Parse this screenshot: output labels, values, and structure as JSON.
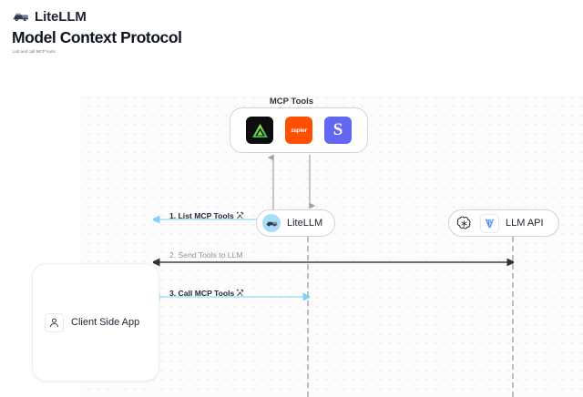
{
  "brand": {
    "name": "LiteLLM",
    "logo_icon": "litellm-truck-icon"
  },
  "header": {
    "title": "Model Context Protocol",
    "subtitle": "List and call MCP tools"
  },
  "diagram": {
    "mcp_group": {
      "label": "MCP Tools",
      "tools": [
        {
          "name": "linear",
          "icon": "linear-triangle-icon",
          "text": "",
          "bg": "#0d0d0f"
        },
        {
          "name": "zapier",
          "icon": "zapier-wordmark-icon",
          "text": "zapier",
          "bg": "#ff4f00"
        },
        {
          "name": "slack",
          "icon": "slack-s-icon",
          "text": "S",
          "bg": "#6366f1"
        }
      ]
    },
    "nodes": [
      {
        "id": "litellm",
        "label": "LiteLLM",
        "icon": "litellm-avatar-icon"
      },
      {
        "id": "llm-api",
        "label": "LLM API",
        "icons": [
          "openai-icon",
          "vertex-ai-icon"
        ]
      }
    ],
    "client": {
      "label": "Client Side App",
      "icon": "user-person-icon"
    },
    "messages": [
      {
        "id": "list-mcp-tools",
        "number": "1.",
        "text": "1. List MCP Tools",
        "icon": "hammer-and-wrench-icon",
        "color": "#7fd3f2",
        "direction": "bidirectional"
      },
      {
        "id": "send-tools-to-llm",
        "number": "2.",
        "text": "2. Send Tools to LLM",
        "icon": "",
        "color": "#4a4a4a",
        "direction": "bidirectional"
      },
      {
        "id": "call-mcp-tools",
        "number": "3.",
        "text": "3. Call MCP Tools",
        "icon": "hammer-and-wrench-icon",
        "color": "#7fd3f2",
        "direction": "bidirectional"
      }
    ],
    "vertical_arrows": [
      {
        "id": "tools-up",
        "direction": "up"
      },
      {
        "id": "tools-down",
        "direction": "down"
      }
    ]
  },
  "colors": {
    "accent_blue": "#7fd3f2",
    "dark_arrow": "#4a4a4a",
    "lifeline": "#b9bdc7",
    "canvas": "#fcfcfd",
    "dot_grid": "#e9e9ee"
  }
}
